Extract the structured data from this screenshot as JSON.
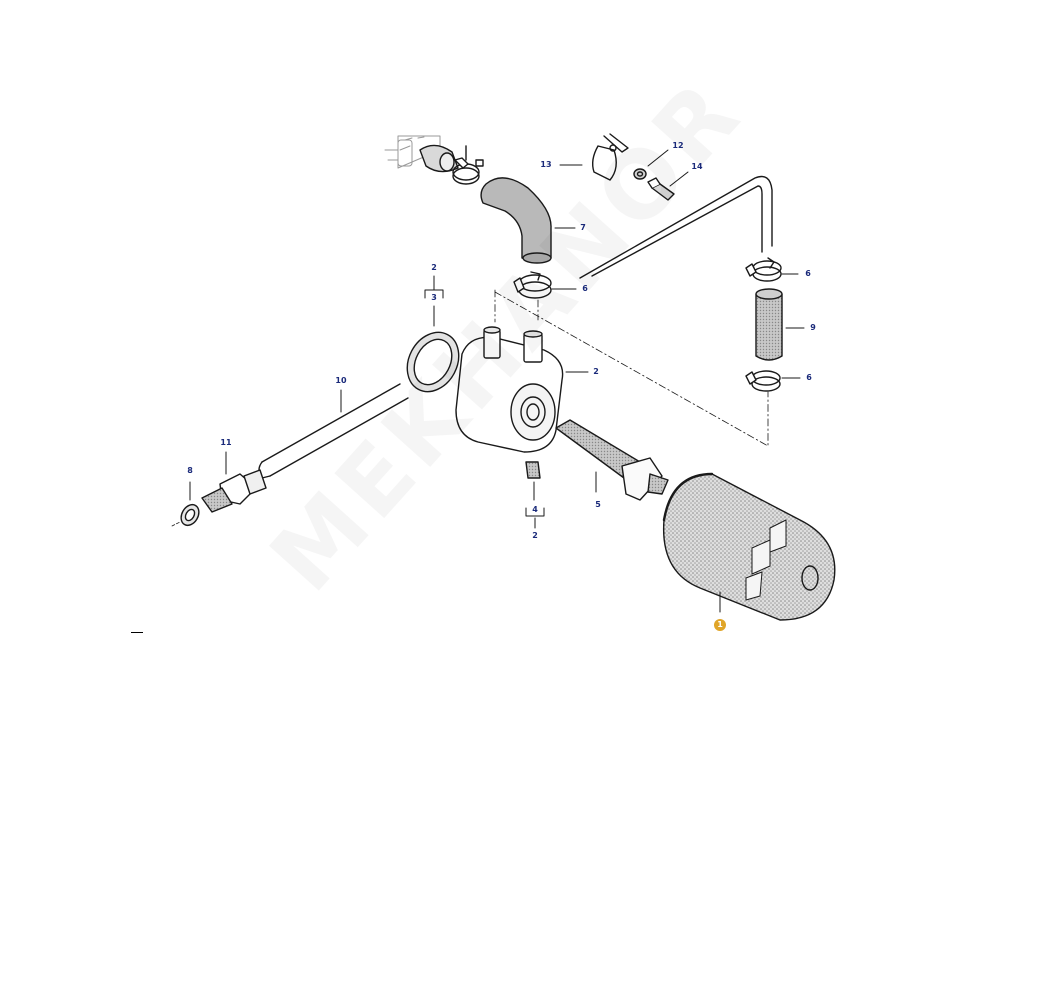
{
  "diagram": {
    "watermark": "MEKHANOR",
    "callouts": [
      {
        "id": "c1",
        "label": "1",
        "highlighted": true
      },
      {
        "id": "c2a",
        "label": "2"
      },
      {
        "id": "c2b",
        "label": "2"
      },
      {
        "id": "c2c",
        "label": "2"
      },
      {
        "id": "c3",
        "label": "3"
      },
      {
        "id": "c4",
        "label": "4"
      },
      {
        "id": "c5",
        "label": "5"
      },
      {
        "id": "c6a",
        "label": "6"
      },
      {
        "id": "c6b",
        "label": "6"
      },
      {
        "id": "c6c",
        "label": "6"
      },
      {
        "id": "c7",
        "label": "7"
      },
      {
        "id": "c8",
        "label": "8"
      },
      {
        "id": "c9",
        "label": "9"
      },
      {
        "id": "c10",
        "label": "10"
      },
      {
        "id": "c11",
        "label": "11"
      },
      {
        "id": "c12",
        "label": "12"
      },
      {
        "id": "c13",
        "label": "13"
      },
      {
        "id": "c14",
        "label": "14"
      }
    ],
    "colors": {
      "callout_text": "#1a2a7a",
      "highlight": "#e0a528",
      "line": "#1a1a1a",
      "hose_fill": "#bdbdbd"
    }
  }
}
